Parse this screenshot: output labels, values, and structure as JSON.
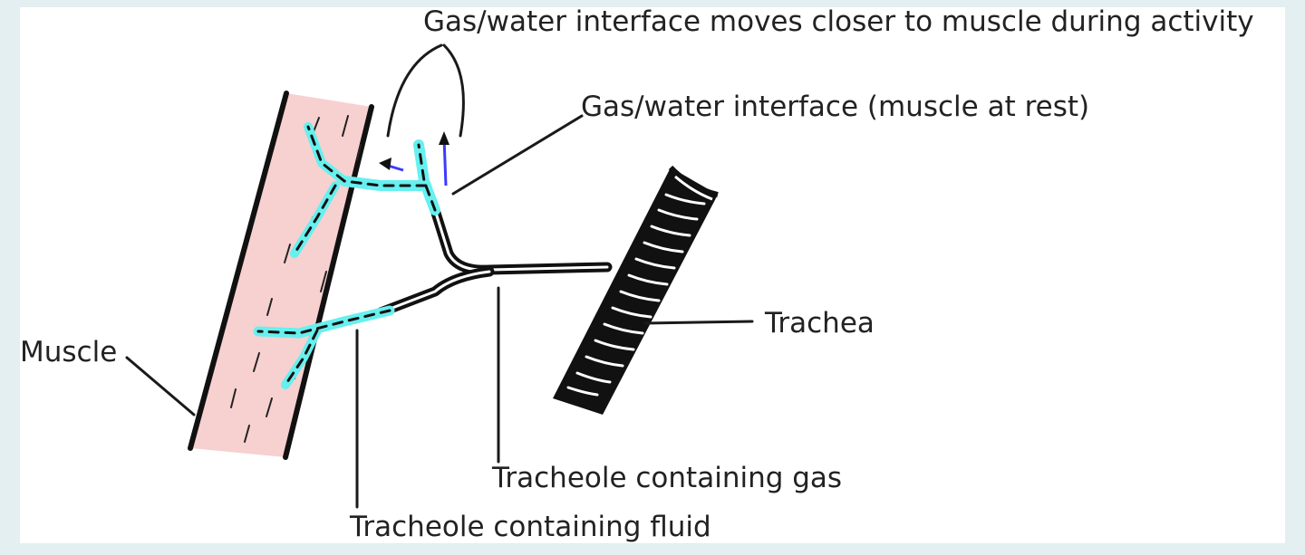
{
  "labels": {
    "interface_active": "Gas/water interface moves closer to muscle during activity",
    "interface_rest": "Gas/water interface (muscle at rest)",
    "trachea": "Trachea",
    "muscle": "Muscle",
    "tracheole_gas": "Tracheole containing gas",
    "tracheole_fluid": "Tracheole containing fluid"
  },
  "colors": {
    "background": "#e3eff1",
    "panel": "#ffffff",
    "muscle_fill": "#f7d0d0",
    "fluid": "#66f0ef",
    "arrow": "#3b3bff",
    "ink": "#111111"
  },
  "icons": {
    "muscle": "muscle-fiber-shape",
    "trachea": "trachea-tube-shape",
    "tracheole": "branching-tube-shape",
    "arrow": "up-arrow-icon"
  }
}
